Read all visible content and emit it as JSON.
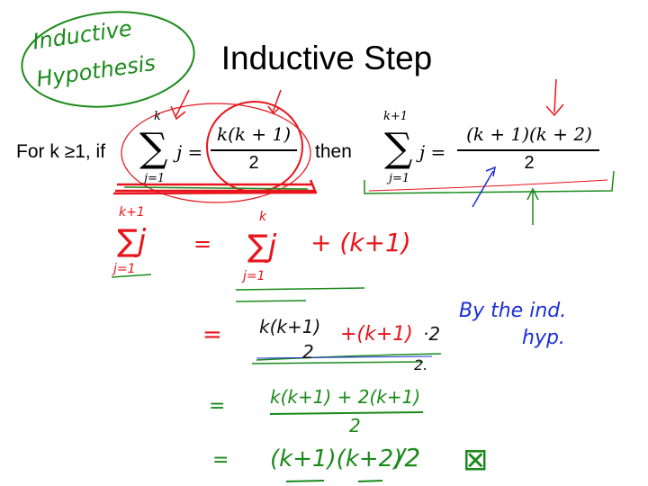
{
  "slide": {
    "title": "Inductive Step",
    "statement": {
      "prefix": "For k ≥1, if",
      "lhs_sum": {
        "upper": "k",
        "lower": "j=1",
        "symbol": "∑",
        "term": "j ="
      },
      "lhs_frac": {
        "numerator": "k(k + 1)",
        "denominator": "2"
      },
      "connector": "then",
      "rhs_sum": {
        "upper": "k+1",
        "lower": "j=1",
        "symbol": "∑",
        "term": "j ="
      },
      "rhs_frac": {
        "numerator": "(k + 1)(k + 2)",
        "denominator": "2"
      }
    }
  },
  "annotations": {
    "hypothesis_label": [
      "Inductive",
      "Hypothesis"
    ],
    "ind_hyp_note": [
      "By the ind.",
      "hyp."
    ],
    "row1": {
      "lhs_upper": "k+1",
      "lhs_sum": "∑j",
      "lhs_lower": "j=1",
      "eq": "=",
      "rhs_upper": "k",
      "rhs_sum": "∑j",
      "rhs_lower": "j=1",
      "plus": "+ (k+1)"
    },
    "row2": {
      "eq": "=",
      "num": "k(k+1)",
      "den": "2",
      "plus": "+(k+1)",
      "times": "·2",
      "den2": "2."
    },
    "row3": {
      "eq": "=",
      "num": "k(k+1)  + 2(k+1)",
      "den": "2"
    },
    "row4": {
      "eq": "=",
      "expr": "(k+1)(k+2)",
      "den": "/2",
      "qed": "⊠"
    }
  },
  "colors": {
    "red": "#e8141b",
    "green": "#1a8a1a",
    "blue": "#1a2fd8"
  }
}
